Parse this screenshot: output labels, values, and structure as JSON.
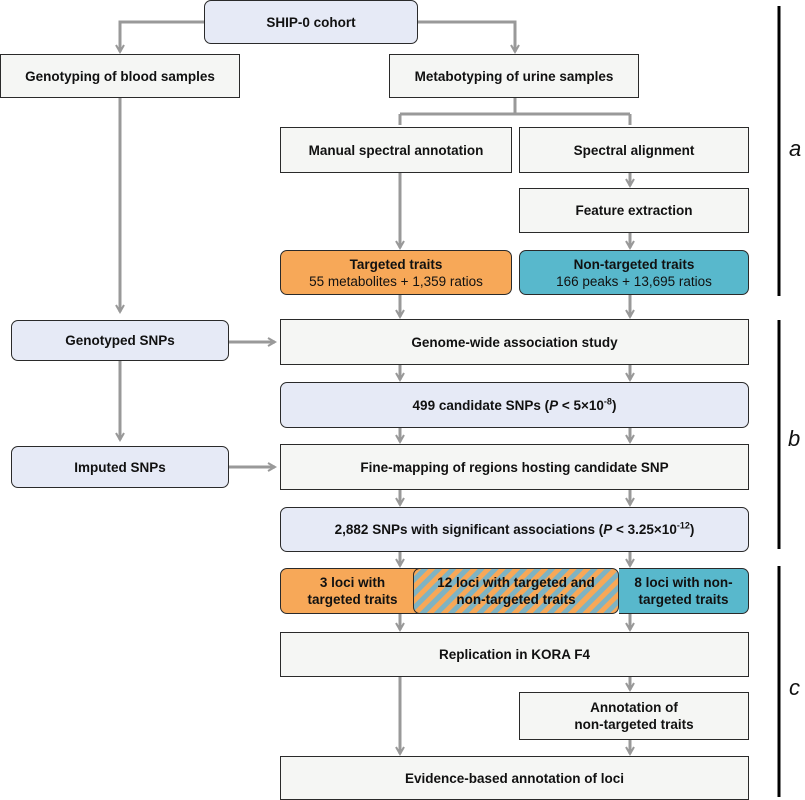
{
  "boxes": {
    "ship_cohort": "SHIP-0 cohort",
    "genotyping": "Genotyping of blood samples",
    "metabotyping": "Metabotyping of urine samples",
    "manual_annotation": "Manual spectral annotation",
    "spectral_alignment": "Spectral alignment",
    "feature_extraction": "Feature extraction",
    "targeted_title": "Targeted traits",
    "targeted_detail": "55 metabolites + 1,359 ratios",
    "nontargeted_title": "Non-targeted traits",
    "nontargeted_detail": "166 peaks + 13,695 ratios",
    "genotyped_snps": "Genotyped SNPs",
    "gwas": "Genome-wide association study",
    "candidate_prefix": "499 candidate SNPs (",
    "candidate_p": "P",
    "candidate_mid": " < 5×10",
    "candidate_exp": "-8",
    "candidate_suffix": ")",
    "imputed_snps": "Imputed SNPs",
    "fine_mapping": "Fine-mapping of regions hosting candidate SNP",
    "signif_prefix": "2,882 SNPs with significant associations (",
    "signif_p": "P",
    "signif_mid": " < 3.25×10",
    "signif_exp": "-12",
    "signif_suffix": ")",
    "loci_targeted_line1": "3 loci with",
    "loci_targeted_line2": "targeted traits",
    "loci_both_line1": "12 loci with targeted and",
    "loci_both_line2": "non-targeted traits",
    "loci_nontargeted_line1": "8 loci with non-",
    "loci_nontargeted_line2": "targeted traits",
    "replication": "Replication in KORA F4",
    "annotation_line1": "Annotation of",
    "annotation_line2": "non-targeted traits",
    "evidence": "Evidence-based annotation of loci"
  },
  "sections": {
    "a": "a",
    "b": "b",
    "c": "c"
  },
  "colors": {
    "arrow": "#999999",
    "orange": "#f7a858",
    "teal": "#58b8cc",
    "blue_box": "#e6eaf6",
    "plain_box": "#f5f6f4",
    "side_bar": "#000000"
  }
}
